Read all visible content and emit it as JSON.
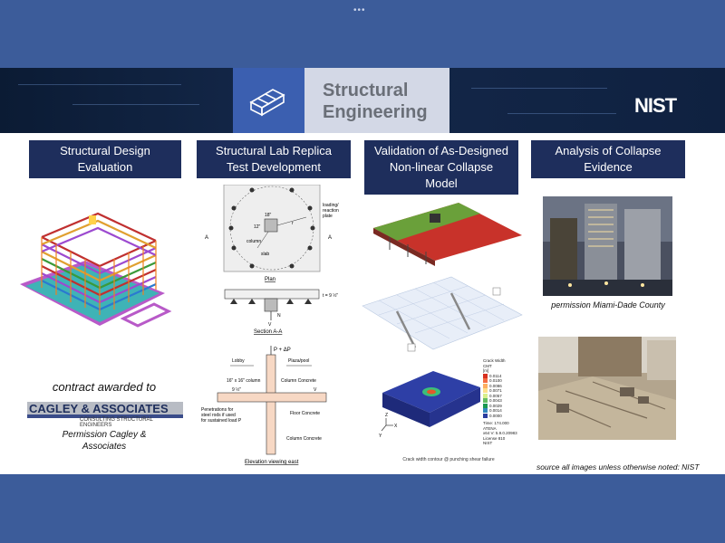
{
  "window": {
    "menu_dots": "•••"
  },
  "banner": {
    "title_line1": "Structural",
    "title_line2": "Engineering",
    "org_logo": "NIST",
    "icon": "beam-icon"
  },
  "columns": [
    {
      "heading_line1": "Structural Design",
      "heading_line2": "Evaluation"
    },
    {
      "heading_line1": "Structural Lab Replica",
      "heading_line2": "Test Development"
    },
    {
      "heading_line1": "Validation of As-Designed",
      "heading_line2": "Non-linear Collapse",
      "heading_line3": "Model"
    },
    {
      "heading_line1": "Analysis of Collapse",
      "heading_line2": "Evidence"
    }
  ],
  "col1": {
    "contract_text": "contract awarded to",
    "company_logo_text": "CAGLEY & ASSOCIATES",
    "company_tagline": "CONSULTING STRUCTURAL ENGINEERS",
    "permission_line1": "Permission Cagley &",
    "permission_line2": "Associates"
  },
  "col2": {
    "plan_labels": {
      "loading": "loading/",
      "reaction": "reaction",
      "plate": "plate",
      "dim18": "18\"",
      "dim12": "12\"",
      "column": "column",
      "slab": "slab",
      "r": "r",
      "a_left": "A",
      "a_right": "A",
      "plan_title": "Plan"
    },
    "section_labels": {
      "t": "t = 9 ½\"",
      "n": "N",
      "v": "V",
      "title": "Section A-A"
    },
    "elevation_labels": {
      "load": "P + ΔP",
      "lobby": "Lobby",
      "plaza": "Plaza/pool",
      "column_concrete_top": "Column Concrete",
      "column_size": "16\" x 16\" column",
      "dim": "9 ½\"",
      "v": "V",
      "penetrations_1": "Penetrations for",
      "penetrations_2": "steel rods if used",
      "penetrations_3": "for sustained load P",
      "floor_concrete": "Floor Concrete",
      "column_concrete_bottom": "Column Concrete",
      "title": "Elevation viewing east"
    }
  },
  "col3": {
    "legend_title_1": "Crack Width",
    "legend_title_2": "CMT",
    "legend_unit": "[m]",
    "legend_values": [
      "0.0114",
      "0.0100",
      "0.0086",
      "0.0071",
      "0.0057",
      "0.0043",
      "0.0029",
      "0.0014",
      "0.0000"
    ],
    "legend_colors": [
      "#d7301f",
      "#f46d43",
      "#fdae61",
      "#fee08b",
      "#d9ef8b",
      "#66bd63",
      "#1a9850",
      "#3288bd",
      "#2c3e9f"
    ],
    "info_time": "Time: 174.000",
    "info_atena": "ATENA",
    "info_version": "x64 V: 5.9.0.20983",
    "info_license": "License 810",
    "info_nist": "NIST",
    "axis_z": "Z",
    "axis_x": "X",
    "axis_y": "Y",
    "caption": "Crack width contour @ punching shear failure"
  },
  "col4": {
    "permission_caption": "permission Miami-Dade County"
  },
  "footer_note": "source all images unless otherwise noted:  NIST"
}
